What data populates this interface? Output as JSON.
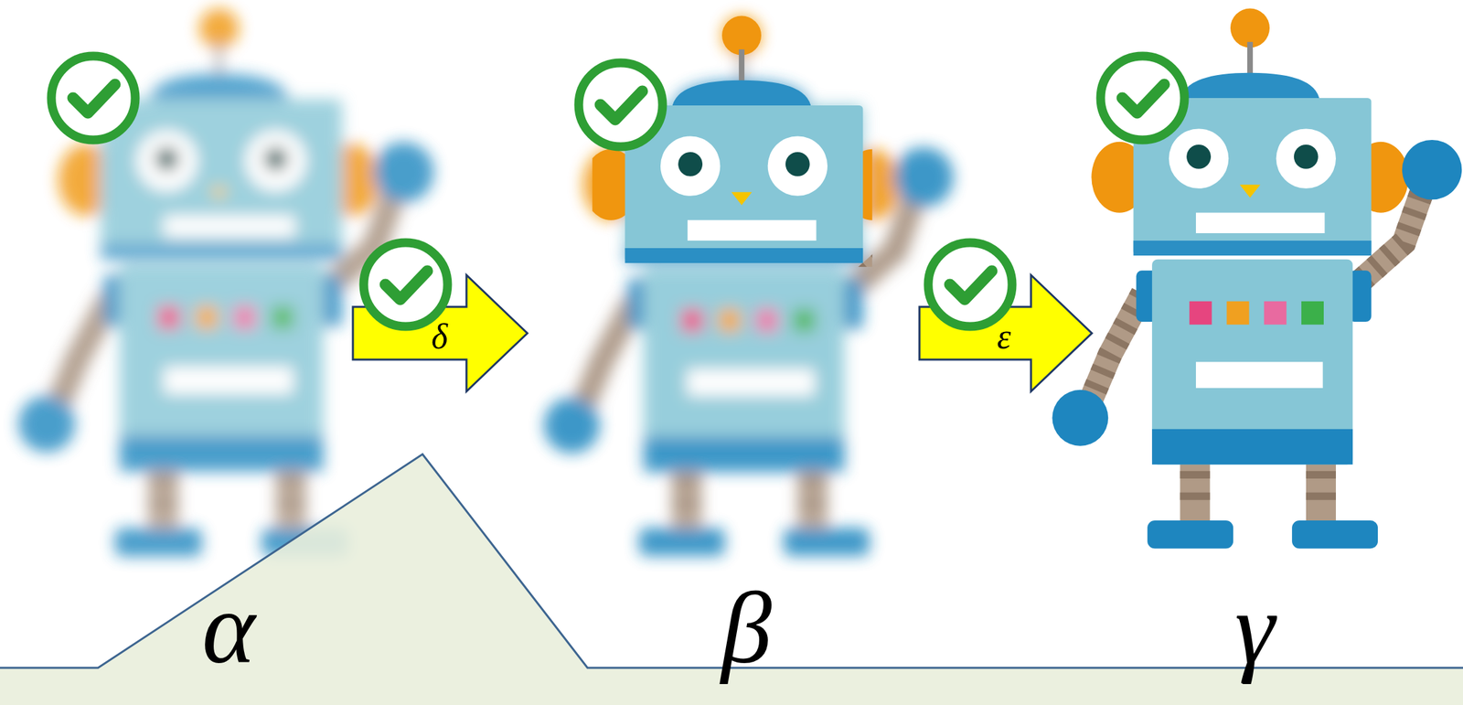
{
  "diagram": {
    "nodes": [
      {
        "text": [
          "α"
        ]
      },
      {
        "text": [
          "β"
        ]
      },
      {
        "text": [
          "γ"
        ]
      }
    ],
    "edges": [
      {
        "from": 0,
        "to": 1,
        "arrow": "to",
        "label": "δ"
      },
      {
        "from": 1,
        "to": 2,
        "arrow": "to",
        "label": "ε"
      }
    ]
  }
}
